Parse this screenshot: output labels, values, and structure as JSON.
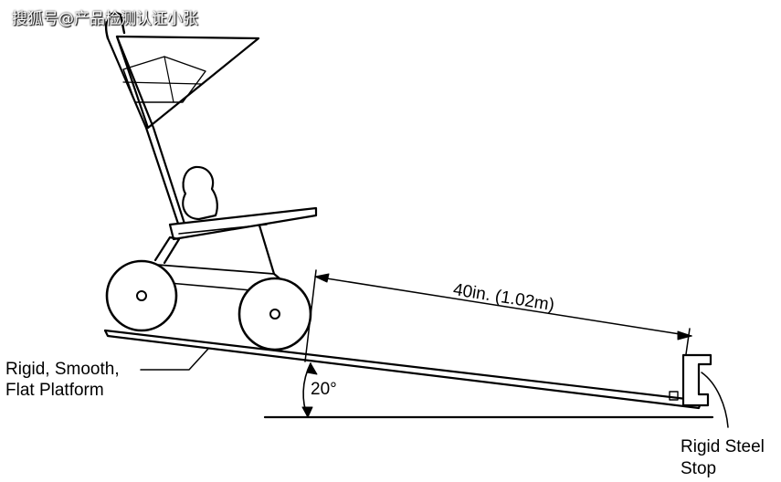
{
  "watermark": "搜狐号@产品检测认证小张",
  "labels": {
    "dimension": "40in.  (1.02m)",
    "angle": "20°",
    "platform_line1": "Rigid, Smooth,",
    "platform_line2": "Flat Platform",
    "stop_line1": "Rigid Steel",
    "stop_line2": "Stop"
  },
  "colors": {
    "ink": "#000000",
    "background": "#ffffff"
  }
}
